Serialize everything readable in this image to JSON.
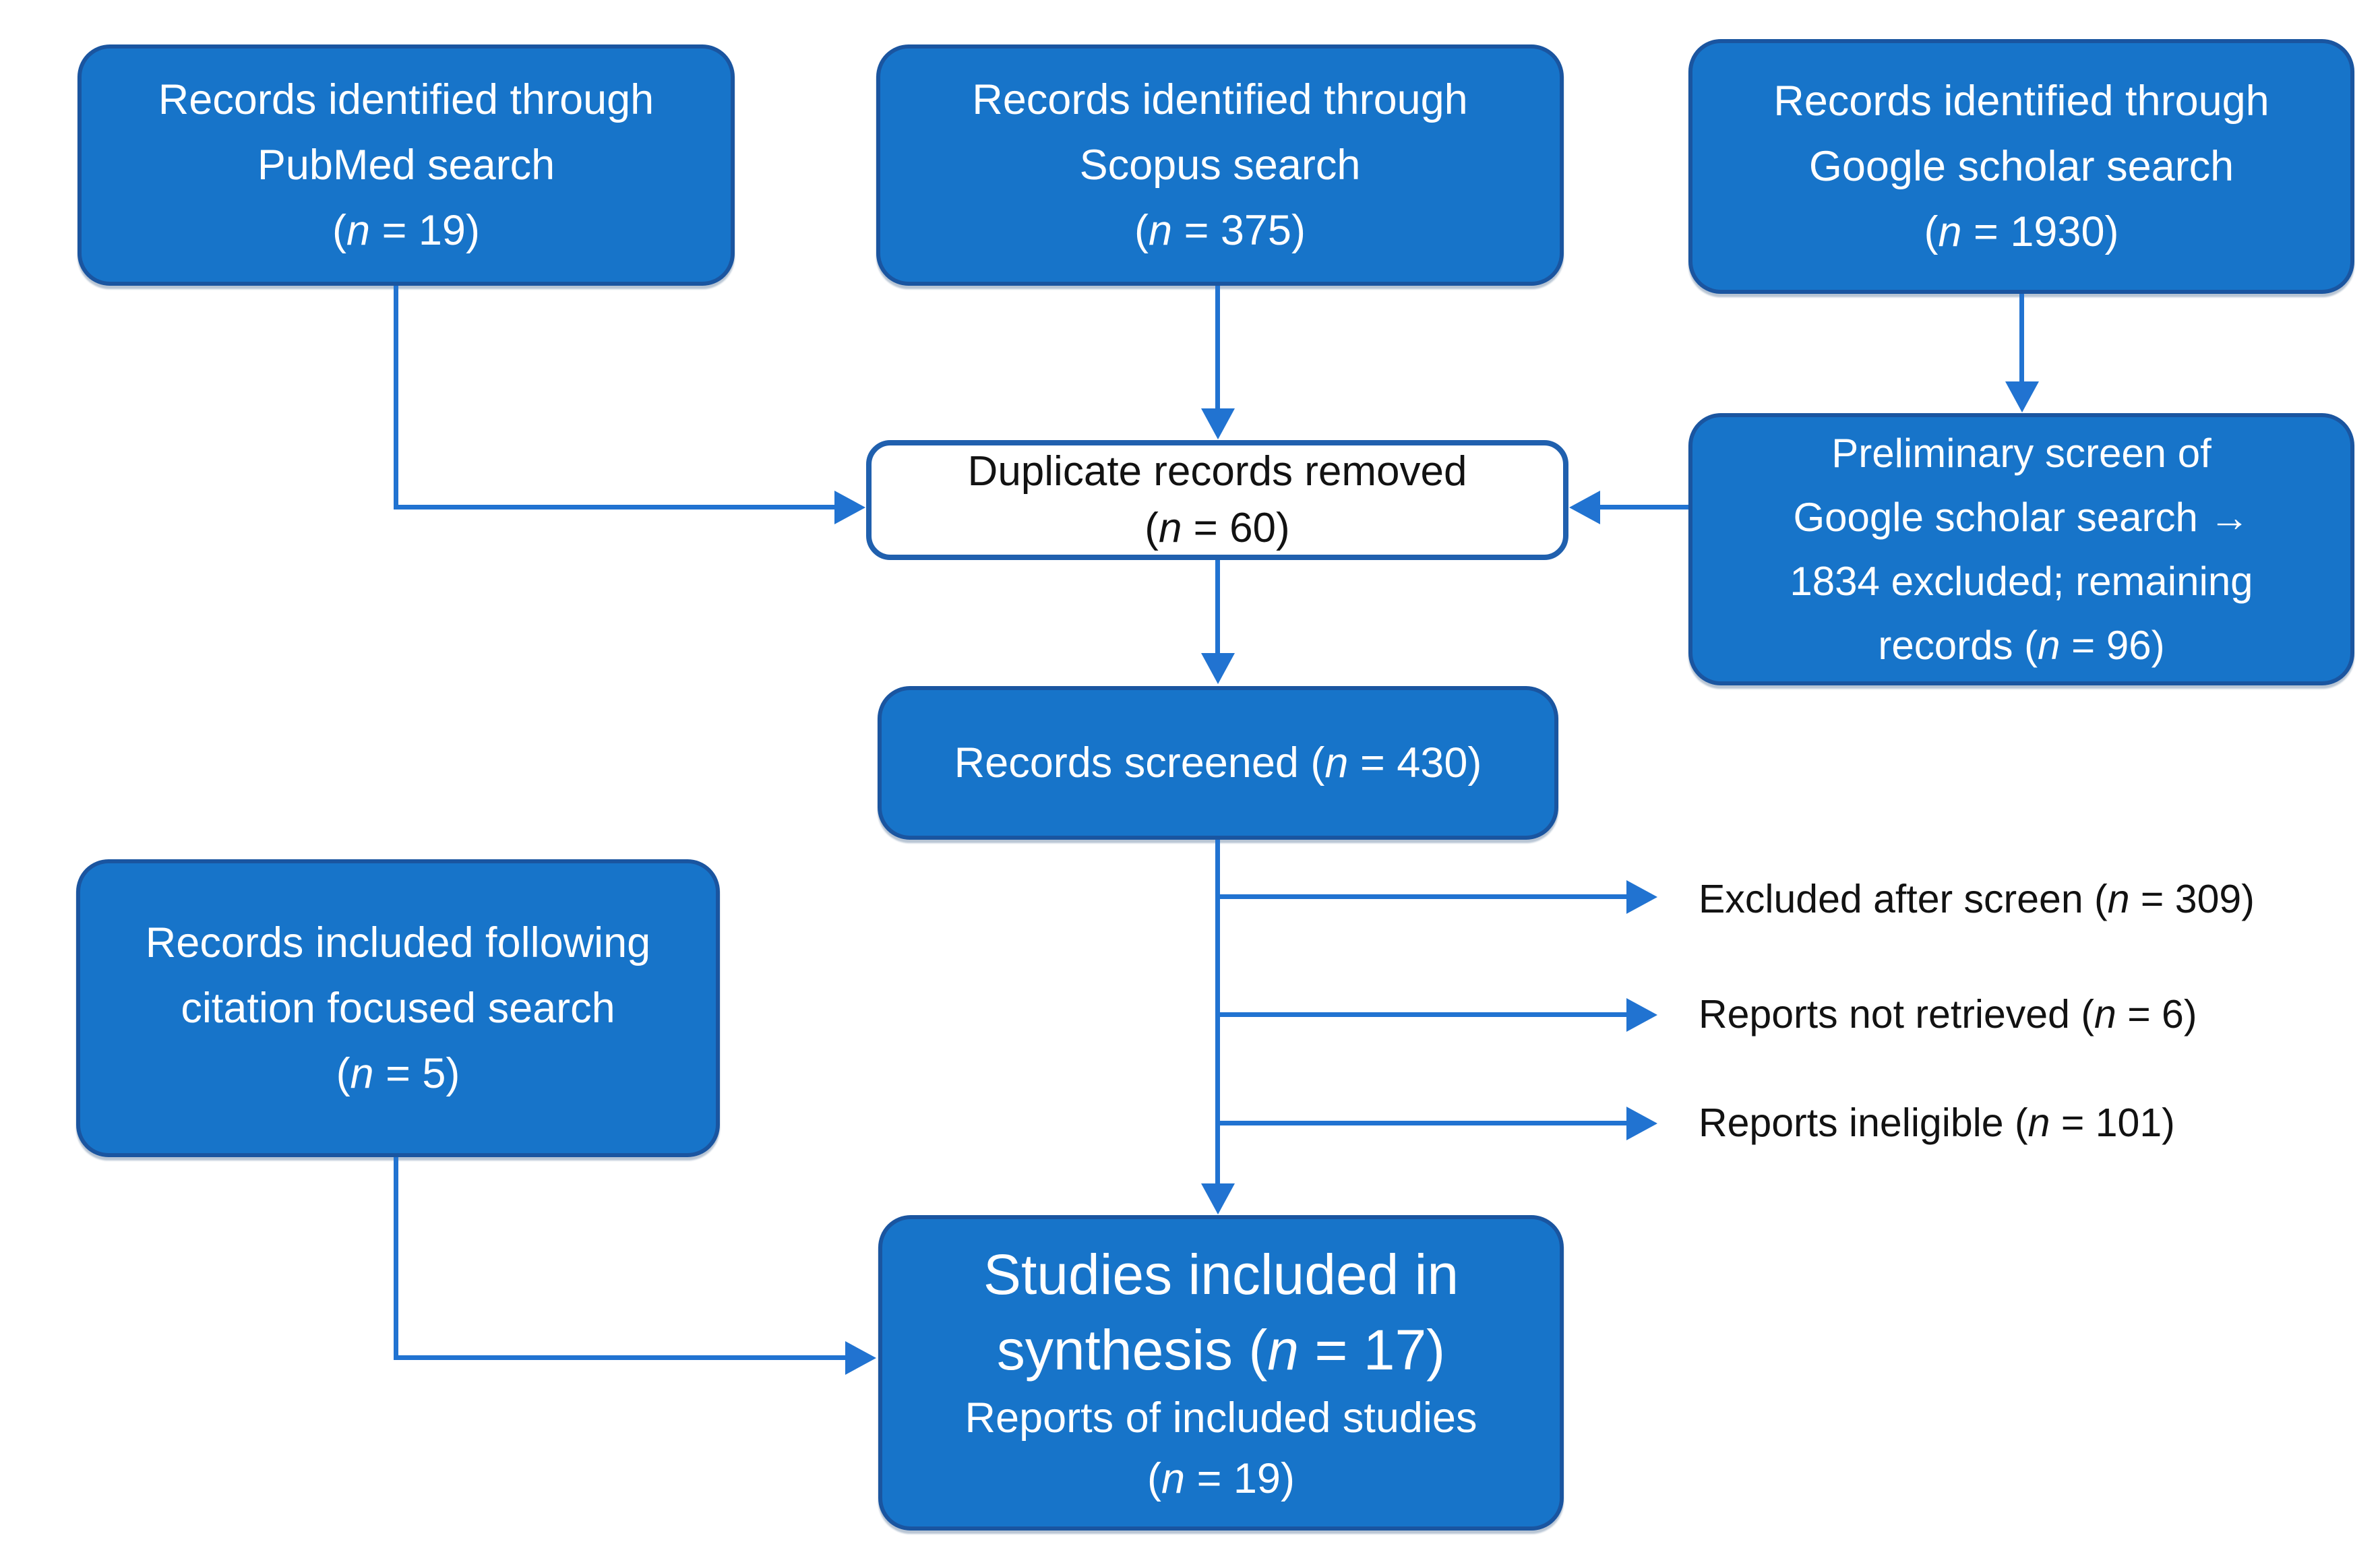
{
  "colors": {
    "box_fill": "#1774C9",
    "box_border": "#1A55A0",
    "white_box_border": "#2060AE",
    "arrow_line": "#2173D1",
    "text_on_blue": "#FFFFFF",
    "text_dark": "#121212"
  },
  "boxes": {
    "pubmed": {
      "lines": [
        "Records identified through",
        "PubMed search",
        "(n = 19)"
      ]
    },
    "scopus": {
      "lines": [
        "Records identified through",
        "Scopus search",
        "(n = 375)"
      ]
    },
    "google": {
      "lines": [
        "Records identified through",
        "Google scholar search",
        "(n = 1930)"
      ]
    },
    "duplicate": {
      "lines": [
        "Duplicate records removed",
        "(n = 60)"
      ]
    },
    "preliminary": {
      "lines": [
        "Preliminary screen of",
        "Google scholar search →",
        "1834 excluded; remaining",
        "records (n = 96)"
      ]
    },
    "screened": {
      "lines": [
        "Records screened (n = 430)"
      ]
    },
    "citation": {
      "lines": [
        "Records included following",
        "citation focused search",
        "(n = 5)"
      ]
    },
    "studies": {
      "large": [
        "Studies included in",
        "synthesis (n = 17)"
      ],
      "small": [
        "Reports of included studies",
        "(n = 19)"
      ]
    }
  },
  "side_labels": [
    "Excluded after screen (n = 309)",
    "Reports not retrieved (n = 6)",
    "Reports ineligible (n = 101)"
  ]
}
